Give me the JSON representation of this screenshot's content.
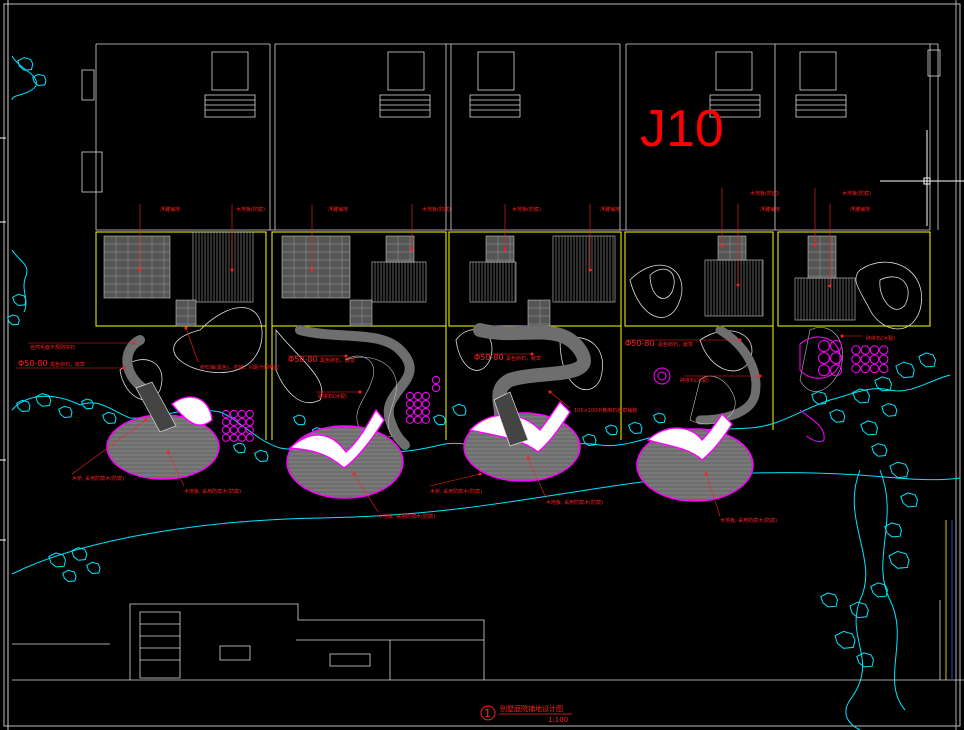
{
  "drawing": {
    "block_label": "J10",
    "title": "别墅庭院铺地设计图",
    "scale": "1:100",
    "detail_number": "1"
  },
  "colors": {
    "background": "#000000",
    "building_lines": "#d8d8d8",
    "annotation": "#ff2020",
    "water_edge": "#00e5ff",
    "paving_outline": "#ffff00",
    "planting": "#ff00ff",
    "gray_fill": "#7a7a7a"
  },
  "annotations": {
    "wood_deck": "木地板(防腐)",
    "stone_paving": "浮雕铺地",
    "pebble": "Φ50-80黑色卵石，嵌草",
    "pebble_short": "Φ50-80",
    "pebble_tail": "黑色卵石，嵌草",
    "pebble_a": "黑色卵石，嵌草",
    "stepping": "碎拼石(冰裂)",
    "grass_joint": "100×100中黄麻石嵌草铺装",
    "bridge": "木桥, 采用防腐木(防腐)",
    "platform": "木地板, 采用防腐木(防腐)",
    "platform2": "木地板, 采用防腐木(防腐)",
    "cobble_note": "自然毛面不规则块石",
    "inner_note": "卵石铺(黑色)，密铺，间距为规格型",
    "rock_note": "碎拼石(冰裂)"
  }
}
